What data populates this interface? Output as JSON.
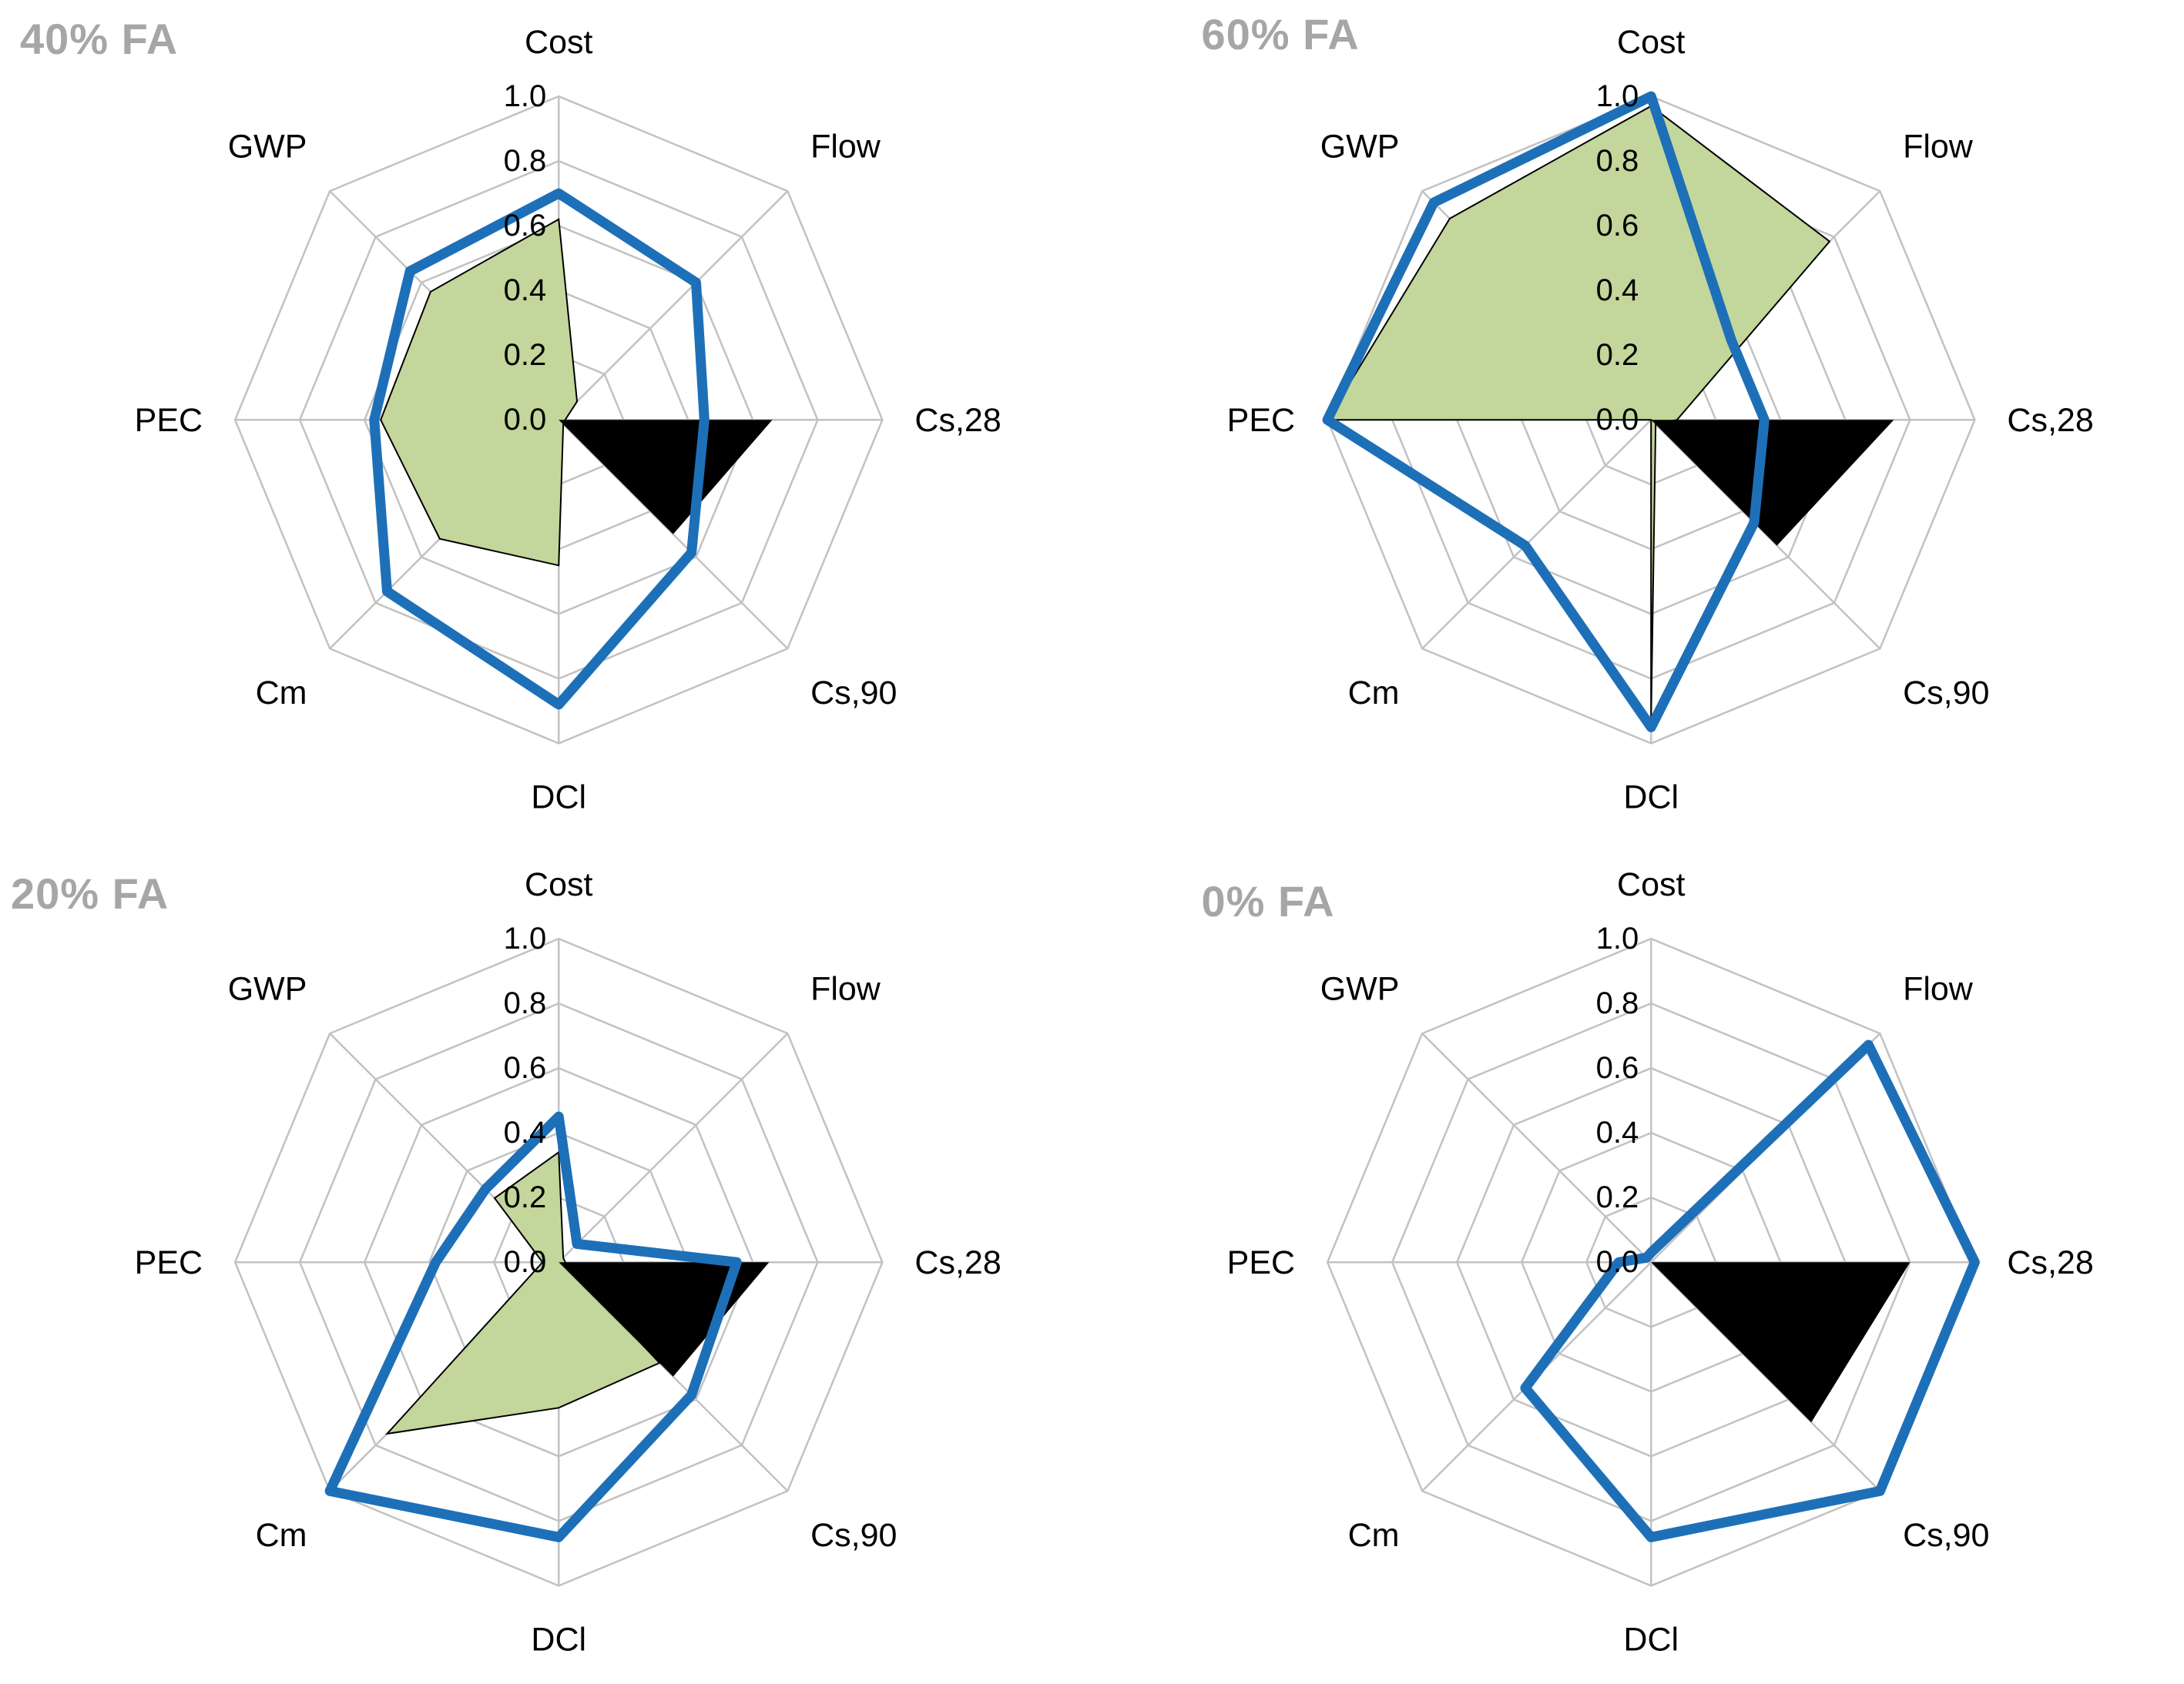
{
  "figure": {
    "type": "radar-chart-panel",
    "panels": 4,
    "background": "#ffffff",
    "colors": {
      "title_gray": "#a6a6a6",
      "grid_gray": "#c2c2c2",
      "green_fill": "#c3d69b",
      "black_fill": "#000000",
      "blue_line": "#1d70b8"
    }
  },
  "chart_data": [
    {
      "type": "radar",
      "title": "40% FA",
      "categories": [
        "Cost",
        "Flow",
        "Cs,28",
        "Cs,90",
        "DCl",
        "Cm",
        "PEC",
        "GWP"
      ],
      "axis_ticks": [
        "0.0",
        "0.2",
        "0.4",
        "0.6",
        "0.8",
        "1.0"
      ],
      "rlim": [
        0,
        1
      ],
      "grid": true,
      "legend": false,
      "series": [
        {
          "name": "green-area",
          "style": "filled",
          "color": "#c3d69b",
          "outline": "#000000",
          "values": [
            0.62,
            0.08,
            0.02,
            0.02,
            0.45,
            0.52,
            0.55,
            0.56
          ]
        },
        {
          "name": "black-wedge",
          "style": "filled",
          "color": "#000000",
          "values": [
            0,
            0,
            0.66,
            0.5,
            0,
            0,
            0,
            0
          ]
        },
        {
          "name": "blue-line",
          "style": "line",
          "color": "#1d70b8",
          "width": 13,
          "values": [
            0.7,
            0.6,
            0.45,
            0.58,
            0.88,
            0.75,
            0.57,
            0.65
          ]
        }
      ]
    },
    {
      "type": "radar",
      "title": "60% FA",
      "categories": [
        "Cost",
        "Flow",
        "Cs,28",
        "Cs,90",
        "DCl",
        "Cm",
        "PEC",
        "GWP"
      ],
      "axis_ticks": [
        "0.0",
        "0.2",
        "0.4",
        "0.6",
        "0.8",
        "1.0"
      ],
      "rlim": [
        0,
        1
      ],
      "grid": true,
      "legend": false,
      "series": [
        {
          "name": "green-area",
          "style": "filled",
          "color": "#c3d69b",
          "outline": "#000000",
          "values": [
            0.97,
            0.78,
            0.08,
            0.02,
            0.92,
            0.0,
            1.0,
            0.88
          ]
        },
        {
          "name": "black-wedge",
          "style": "filled",
          "color": "#000000",
          "values": [
            0,
            0,
            0.75,
            0.55,
            0,
            0,
            0,
            0
          ]
        },
        {
          "name": "blue-line",
          "style": "line",
          "color": "#1d70b8",
          "width": 13,
          "values": [
            1.0,
            0.35,
            0.35,
            0.45,
            0.95,
            0.55,
            1.0,
            0.95
          ]
        }
      ]
    },
    {
      "type": "radar",
      "title": "20% FA",
      "categories": [
        "Cost",
        "Flow",
        "Cs,28",
        "Cs,90",
        "DCl",
        "Cm",
        "PEC",
        "GWP"
      ],
      "axis_ticks": [
        "0.0",
        "0.2",
        "0.4",
        "0.6",
        "0.8",
        "1.0"
      ],
      "rlim": [
        0,
        1
      ],
      "grid": true,
      "legend": false,
      "series": [
        {
          "name": "green-area",
          "style": "filled",
          "color": "#c3d69b",
          "outline": "#000000",
          "values": [
            0.34,
            0.02,
            0.02,
            0.44,
            0.45,
            0.75,
            0.05,
            0.28
          ]
        },
        {
          "name": "black-wedge",
          "style": "filled",
          "color": "#000000",
          "values": [
            0,
            0,
            0.65,
            0.5,
            0,
            0,
            0,
            0
          ]
        },
        {
          "name": "blue-line",
          "style": "line",
          "color": "#1d70b8",
          "width": 13,
          "values": [
            0.45,
            0.08,
            0.55,
            0.58,
            0.85,
            1.0,
            0.38,
            0.32
          ]
        }
      ]
    },
    {
      "type": "radar",
      "title": "0% FA",
      "categories": [
        "Cost",
        "Flow",
        "Cs,28",
        "Cs,90",
        "DCl",
        "Cm",
        "PEC",
        "GWP"
      ],
      "axis_ticks": [
        "0.0",
        "0.2",
        "0.4",
        "0.6",
        "0.8",
        "1.0"
      ],
      "rlim": [
        0,
        1
      ],
      "grid": true,
      "legend": false,
      "series": [
        {
          "name": "green-area",
          "style": "filled",
          "color": "#c3d69b",
          "outline": "#000000",
          "values": [
            0,
            0,
            0,
            0,
            0,
            0,
            0,
            0
          ]
        },
        {
          "name": "black-wedge",
          "style": "filled",
          "color": "#000000",
          "values": [
            0,
            0,
            0.8,
            0.7,
            0,
            0,
            0,
            0
          ]
        },
        {
          "name": "blue-line",
          "style": "line",
          "color": "#1d70b8",
          "width": 13,
          "values": [
            0.03,
            0.95,
            1.0,
            1.0,
            0.85,
            0.55,
            0.1,
            0.02
          ]
        }
      ]
    }
  ]
}
